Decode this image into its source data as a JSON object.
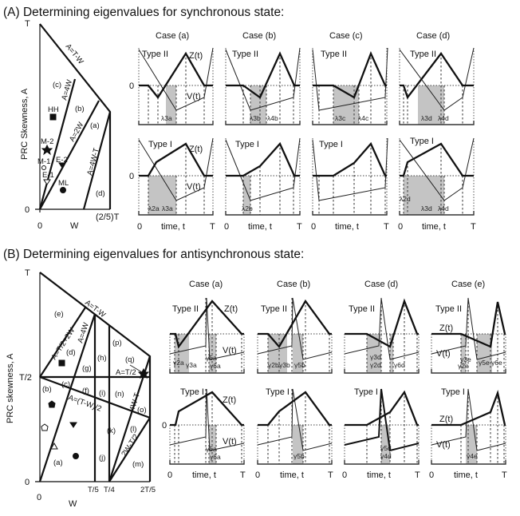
{
  "axis": {
    "zero": "0",
    "time": "time, t",
    "end": "T",
    "z": "Z(t)",
    "v": "V(t)",
    "type2": "Type II",
    "type1": "Type I"
  },
  "a": {
    "title": "(A) Determining eigenvalues for synchronous state:",
    "diagram": {
      "y_label": "PRC Skewness, A",
      "y_ticks": [
        "T",
        "0"
      ],
      "x_ticks": [
        "0",
        "W",
        "(2/5)T"
      ],
      "lines": [
        "A=T-W",
        "A=4W",
        "A=2W",
        "A=4W-T"
      ],
      "regions": [
        "(a)",
        "(b)",
        "(c)",
        "(d)"
      ],
      "markers": [
        "HH",
        "M-2",
        "M-1",
        "E-2",
        "E-1",
        "ML"
      ]
    },
    "cases": [
      {
        "title": "Case (a)",
        "top": [
          "λ3a"
        ],
        "bottom": [
          "λ2a",
          "λ3a"
        ]
      },
      {
        "title": "Case (b)",
        "top": [
          "λ3b",
          "λ4b"
        ],
        "bottom": [
          "λ2b"
        ]
      },
      {
        "title": "Case (c)",
        "top": [
          "λ3c",
          "λ4c"
        ],
        "bottom": []
      },
      {
        "title": "Case (d)",
        "top": [
          "λ3d",
          "λ4d"
        ],
        "bottom": [
          "λ2d",
          "λ3d",
          "λ4d"
        ]
      }
    ]
  },
  "b": {
    "title": "(B) Determining eigenvalues for antisynchronous state:",
    "diagram": {
      "y_label": "PRC skewness, A",
      "y_ticks": [
        "T",
        "T/2",
        "0"
      ],
      "x_ticks": [
        "0",
        "T/5",
        "T/4",
        "2T/5",
        "W"
      ],
      "lines": [
        "A=T-W",
        "A=T/2+2W",
        "A=4W",
        "A=T/2",
        "A=(T-W)/2",
        "4W-T",
        "2W-T/2"
      ],
      "regions": [
        "(a)",
        "(b)",
        "(c)",
        "(d)",
        "(e)",
        "(f)",
        "(g)",
        "(h)",
        "(i)",
        "(j)",
        "(k)",
        "(l)",
        "(m)",
        "(n)",
        "(o)",
        "(p)",
        "(q)"
      ]
    },
    "cases": [
      {
        "title": "Case (a)",
        "top": [
          "γ2a",
          "γ3a",
          "γ5a",
          "γ6a"
        ],
        "bottom": [
          "γ5a",
          "γ6a"
        ]
      },
      {
        "title": "Case (b)",
        "top": [
          "γ2b",
          "γ3b",
          "γ5b"
        ],
        "bottom": [
          "γ5b"
        ]
      },
      {
        "title": "Case (d)",
        "top": [
          "γ3d",
          "γ2d",
          "γ6d"
        ],
        "bottom": [
          "γ5d",
          "γ4d"
        ]
      },
      {
        "title": "Case (e)",
        "top": [
          "γ3e",
          "γ2e",
          "γ5e",
          "γ6e"
        ],
        "bottom": [
          "γ4e"
        ]
      }
    ]
  }
}
